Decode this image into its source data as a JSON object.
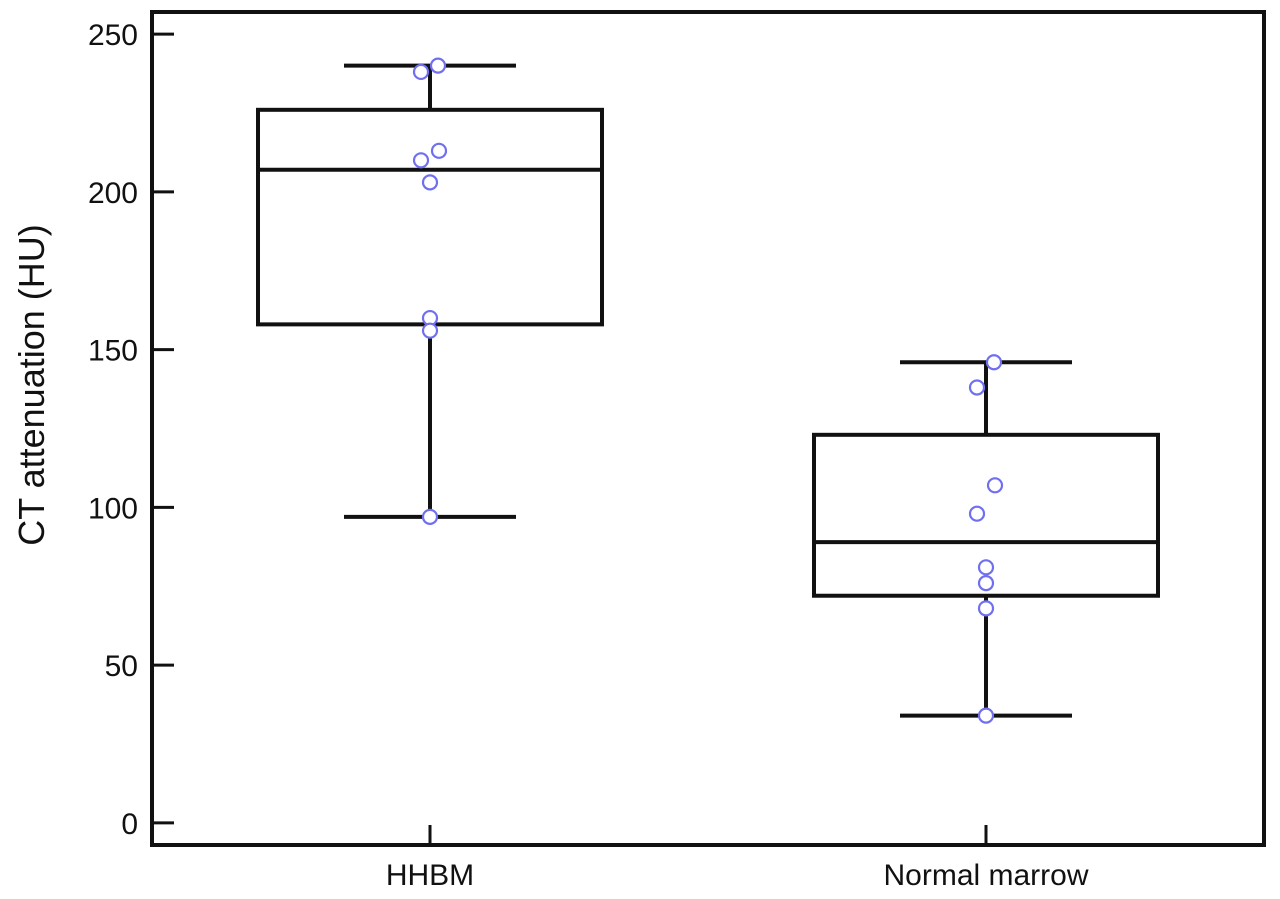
{
  "chart_data": {
    "type": "box",
    "title": "",
    "xlabel": "",
    "ylabel": "CT attenuation (HU)",
    "ylim": [
      -7,
      257
    ],
    "yticks": [
      0,
      50,
      100,
      150,
      200,
      250
    ],
    "grid": false,
    "legend": "none",
    "categories": [
      "HHBM",
      "Normal marrow"
    ],
    "boxes": [
      {
        "category": "HHBM",
        "whisker_low": 97,
        "q1": 158,
        "median": 207,
        "q3": 226,
        "whisker_high": 240,
        "points": [
          240,
          238,
          213,
          210,
          203,
          160,
          156,
          97
        ]
      },
      {
        "category": "Normal marrow",
        "whisker_low": 34,
        "q1": 72,
        "median": 89,
        "q3": 123,
        "whisker_high": 146,
        "points": [
          146,
          138,
          107,
          98,
          81,
          76,
          68,
          34
        ]
      }
    ],
    "colors": {
      "box": "#111111",
      "points": "#6f6ff0"
    }
  }
}
